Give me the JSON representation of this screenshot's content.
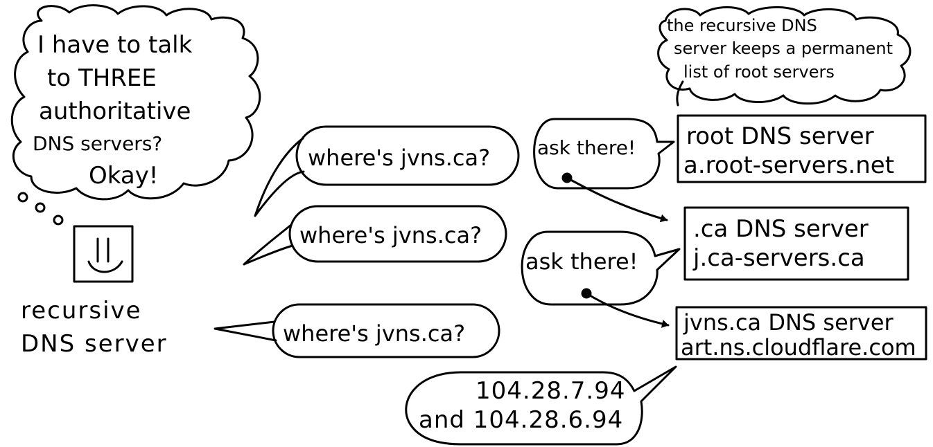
{
  "thought": {
    "lines": [
      "I have to talk",
      "to THREE",
      "authoritative",
      "DNS servers?",
      "Okay!"
    ]
  },
  "recursive_label": [
    "recursive",
    "DNS server"
  ],
  "queries": [
    {
      "text": "where's jvns.ca?"
    },
    {
      "text": "where's jvns.ca?"
    },
    {
      "text": "where's jvns.ca?"
    }
  ],
  "replies": [
    {
      "text": "ask there!"
    },
    {
      "text": "ask there!"
    }
  ],
  "note": {
    "lines": [
      "the recursive DNS",
      "server keeps a permanent",
      "list of root servers"
    ]
  },
  "servers": [
    {
      "name": "root DNS server",
      "host": "a.root-servers.net"
    },
    {
      "name": ".ca DNS server",
      "host": "j.ca-servers.ca"
    },
    {
      "name": "jvns.ca DNS server",
      "host": "art.ns.cloudflare.com"
    }
  ],
  "answer": {
    "lines": [
      "104.28.7.94",
      "and 104.28.6.94"
    ]
  }
}
